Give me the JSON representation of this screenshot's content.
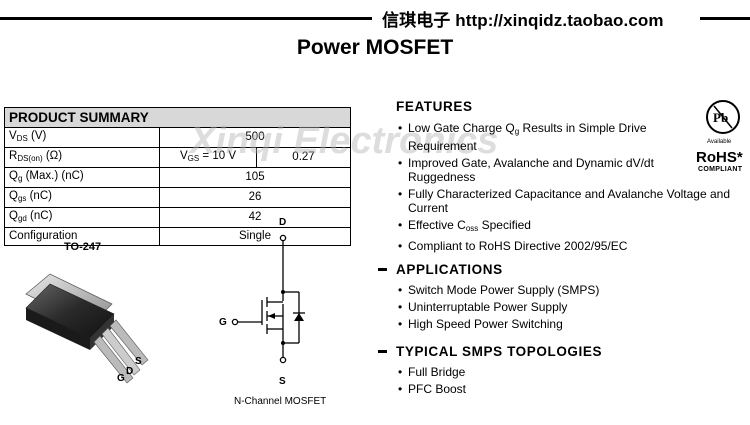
{
  "header": {
    "banner": "信琪电子 http://xinqidz.taobao.com"
  },
  "title": "Power MOSFET",
  "watermark": "Xinqi Electronics",
  "summary": {
    "title": "PRODUCT SUMMARY",
    "rows": [
      {
        "sym": "V",
        "sub": "DS",
        "unit": " (V)",
        "value": "500"
      },
      {
        "sym": "R",
        "sub": "DS(on)",
        "unit": " (Ω)",
        "cond_sym": "V",
        "cond_sub": "GS",
        "cond_rest": " = 10 V",
        "value": "0.27"
      },
      {
        "sym": "Q",
        "sub": "g",
        "unit": " (Max.) (nC)",
        "value": "105"
      },
      {
        "sym": "Q",
        "sub": "gs",
        "unit": " (nC)",
        "value": "26"
      },
      {
        "sym": "Q",
        "sub": "gd",
        "unit": " (nC)",
        "value": "42"
      },
      {
        "label": "Configuration",
        "value": "Single"
      }
    ]
  },
  "package": {
    "label": "TO-247",
    "pins": [
      "G",
      "D",
      "S"
    ]
  },
  "schematic": {
    "caption": "N-Channel MOSFET",
    "drain": "D",
    "gate": "G",
    "source": "S"
  },
  "features": {
    "title": "FEATURES",
    "items": [
      {
        "pre": "Low Gate Charge Q",
        "sub": "g",
        "post": " Results in Simple Drive Requirement"
      },
      {
        "pre": "Improved Gate, Avalanche and Dynamic dV/dt Ruggedness",
        "sub": "",
        "post": ""
      },
      {
        "pre": "Fully Characterized Capacitance and Avalanche Voltage and Current",
        "sub": "",
        "post": ""
      },
      {
        "pre": "Effective C",
        "sub": "oss",
        "post": " Specified"
      },
      {
        "pre": "Compliant to RoHS Directive 2002/95/EC",
        "sub": "",
        "post": ""
      }
    ]
  },
  "applications": {
    "title": "APPLICATIONS",
    "items": [
      "Switch Mode Power Supply (SMPS)",
      "Uninterruptable Power Supply",
      "High Speed Power Switching"
    ]
  },
  "topologies": {
    "title": "TYPICAL SMPS TOPOLOGIES",
    "items": [
      "Full Bridge",
      "PFC Boost"
    ]
  },
  "badges": {
    "pb": "Pb",
    "available": "Available",
    "rohs": "RoHS*",
    "compliant": "COMPLIANT"
  }
}
